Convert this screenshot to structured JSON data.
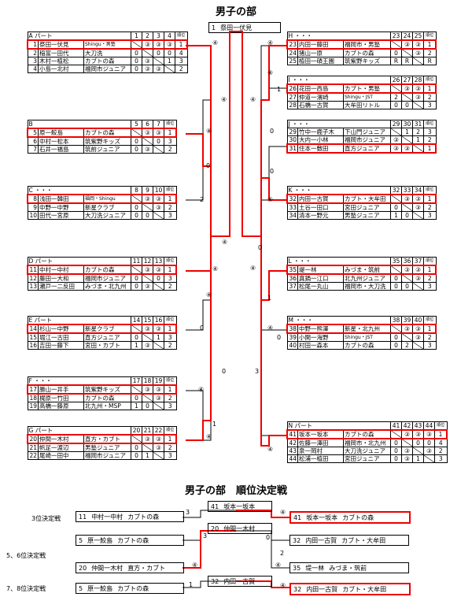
{
  "title": "男子の部",
  "final": {
    "seed": "1",
    "name": "祭田一伏見"
  },
  "groups": [
    {
      "id": "A",
      "label": "A パート",
      "cols": [
        "1",
        "2",
        "3",
        "4",
        "順位"
      ],
      "rows": [
        {
          "no": "1",
          "name": "祭田一伏見",
          "team": "Shingu・男塾",
          "scores": [
            "",
            "③",
            "③",
            "③"
          ],
          "rank": "1",
          "hl": true
        },
        {
          "no": "2",
          "name": "稲富一田代",
          "team": "大刀洗",
          "scores": [
            "0",
            "",
            "0",
            "0"
          ],
          "rank": "4"
        },
        {
          "no": "3",
          "name": "木村一植松",
          "team": "カブトの森",
          "scores": [
            "0",
            "③",
            "",
            "1"
          ],
          "rank": "3"
        },
        {
          "no": "4",
          "name": "小島一北村",
          "team": "福岡市ジュニア",
          "scores": [
            "0",
            "③",
            "③",
            ""
          ],
          "rank": "2"
        }
      ]
    },
    {
      "id": "B",
      "label": "B",
      "cols": [
        "5",
        "6",
        "7",
        "順位"
      ],
      "rows": [
        {
          "no": "5",
          "name": "原一鮫島",
          "team": "カブトの森",
          "scores": [
            "",
            "③",
            "③"
          ],
          "rank": "1",
          "hl": true
        },
        {
          "no": "6",
          "name": "中村一松本",
          "team": "筑紫野キッズ",
          "scores": [
            "0",
            "",
            "0"
          ],
          "rank": "3"
        },
        {
          "no": "7",
          "name": "石井一福島",
          "team": "筑前ジュニア",
          "scores": [
            "0",
            "③",
            ""
          ],
          "rank": "2"
        }
      ]
    },
    {
      "id": "C",
      "label": "C ・・・",
      "cols": [
        "8",
        "9",
        "10",
        "順位"
      ],
      "rows": [
        {
          "no": "8",
          "name": "浅田一韓田",
          "team": "福岡・Shingu",
          "scores": [
            "",
            "③",
            "③"
          ],
          "rank": "1",
          "hl": true
        },
        {
          "no": "9",
          "name": "中野一中野",
          "team": "新星クラブ",
          "scores": [
            "0",
            "",
            "③"
          ],
          "rank": "2"
        },
        {
          "no": "10",
          "name": "田代一宮原",
          "team": "大刀洗ジュニア",
          "scores": [
            "0",
            "0",
            ""
          ],
          "rank": "3"
        }
      ]
    },
    {
      "id": "D",
      "label": "D パート",
      "cols": [
        "11",
        "12",
        "13",
        "順位"
      ],
      "rows": [
        {
          "no": "11",
          "name": "中村一中村",
          "team": "カブトの森",
          "scores": [
            "",
            "③",
            "③"
          ],
          "rank": "1",
          "hl": true
        },
        {
          "no": "12",
          "name": "藤田一大和",
          "team": "福岡市ジュニア",
          "scores": [
            "0",
            "",
            "0"
          ],
          "rank": "3"
        },
        {
          "no": "13",
          "name": "瀬戸一二反田",
          "team": "みづま・北九州",
          "scores": [
            "0",
            "③",
            ""
          ],
          "rank": "2"
        }
      ]
    },
    {
      "id": "E",
      "label": "E パート",
      "cols": [
        "14",
        "15",
        "16",
        "順位"
      ],
      "rows": [
        {
          "no": "14",
          "name": "杉山一中野",
          "team": "新星クラブ",
          "scores": [
            "",
            "③",
            "③"
          ],
          "rank": "1",
          "hl": true
        },
        {
          "no": "15",
          "name": "堀江一古田",
          "team": "直方ジュニア",
          "scores": [
            "0",
            "",
            "1"
          ],
          "rank": "3"
        },
        {
          "no": "16",
          "name": "吉田一藤下",
          "team": "宮田・カブト",
          "scores": [
            "1",
            "③",
            ""
          ],
          "rank": "2"
        }
      ]
    },
    {
      "id": "F",
      "label": "F ・・・",
      "cols": [
        "17",
        "18",
        "19",
        "順位"
      ],
      "rows": [
        {
          "no": "17",
          "name": "勝山一井手",
          "team": "筑紫野キッズ",
          "scores": [
            "",
            "③",
            "③"
          ],
          "rank": "1",
          "hl": true
        },
        {
          "no": "18",
          "name": "梶原一竹田",
          "team": "カブトの森",
          "scores": [
            "0",
            "",
            "③"
          ],
          "rank": "2"
        },
        {
          "no": "19",
          "name": "高橋一藤原",
          "team": "北九州・MSP",
          "scores": [
            "1",
            "0",
            ""
          ],
          "rank": "3"
        }
      ]
    },
    {
      "id": "G",
      "label": "G パート",
      "cols": [
        "20",
        "21",
        "22",
        "順位"
      ],
      "rows": [
        {
          "no": "20",
          "name": "仲間一木村",
          "team": "直方・カブト",
          "scores": [
            "",
            "③",
            "③"
          ],
          "rank": "1",
          "hl": true
        },
        {
          "no": "21",
          "name": "帆足一渡辺",
          "team": "男塾ジュニア",
          "scores": [
            "0",
            "",
            "③"
          ],
          "rank": "2"
        },
        {
          "no": "22",
          "name": "尾崎一田中",
          "team": "福岡市ジュニア",
          "scores": [
            "0",
            "1",
            ""
          ],
          "rank": "3"
        }
      ]
    },
    {
      "id": "H",
      "label": "H ・・・",
      "cols": [
        "23",
        "24",
        "25",
        "順位"
      ],
      "rows": [
        {
          "no": "23",
          "name": "内田一藤田",
          "team": "福岡市・男塾",
          "scores": [
            "",
            "③",
            "③"
          ],
          "rank": "1",
          "hl": true
        },
        {
          "no": "24",
          "name": "猪山一原",
          "team": "カブトの森",
          "scores": [
            "0",
            "",
            "③"
          ],
          "rank": "2"
        },
        {
          "no": "25",
          "name": "植田一碩王園",
          "team": "筑紫野キッズ",
          "scores": [
            "R",
            "R",
            ""
          ],
          "rank": "R"
        }
      ]
    },
    {
      "id": "I",
      "label": "I ・・・",
      "cols": [
        "26",
        "27",
        "28",
        "順位"
      ],
      "rows": [
        {
          "no": "26",
          "name": "花田一西島",
          "team": "カブト・男塾",
          "scores": [
            "",
            "③",
            "③"
          ],
          "rank": "1",
          "hl": true
        },
        {
          "no": "27",
          "name": "仲道一濱崎",
          "team": "Shingu・JST",
          "scores": [
            "2",
            "",
            "③"
          ],
          "rank": "2"
        },
        {
          "no": "28",
          "name": "石橋一古賀",
          "team": "大牟田リトル",
          "scores": [
            "0",
            "0",
            ""
          ],
          "rank": "3"
        }
      ]
    },
    {
      "id": "J",
      "label": "J ・・・",
      "cols": [
        "29",
        "30",
        "31",
        "順位"
      ],
      "rows": [
        {
          "no": "29",
          "name": "竹中一鹿子木",
          "team": "下山門ジュニア",
          "scores": [
            "",
            "1",
            "2"
          ],
          "rank": "3"
        },
        {
          "no": "30",
          "name": "大内一小林",
          "team": "福岡市ジュニア",
          "scores": [
            "③",
            "",
            "1"
          ],
          "rank": "2"
        },
        {
          "no": "31",
          "name": "住本一敷田",
          "team": "直方ジュニア",
          "scores": [
            "③",
            "③",
            ""
          ],
          "rank": "1",
          "hl": true
        }
      ]
    },
    {
      "id": "K",
      "label": "K ・・・",
      "cols": [
        "32",
        "33",
        "34",
        "順位"
      ],
      "rows": [
        {
          "no": "32",
          "name": "内田一古賀",
          "team": "カブト・大牟田",
          "scores": [
            "",
            "③",
            "③"
          ],
          "rank": "1",
          "hl": true
        },
        {
          "no": "33",
          "name": "土谷一田口",
          "team": "宮田ジュニア",
          "scores": [
            "0",
            "",
            "③"
          ],
          "rank": "2"
        },
        {
          "no": "34",
          "name": "清本一野元",
          "team": "男塾ジュニア",
          "scores": [
            "1",
            "0",
            ""
          ],
          "rank": "3"
        }
      ]
    },
    {
      "id": "L",
      "label": "L ・・・",
      "cols": [
        "35",
        "36",
        "37",
        "順位"
      ],
      "rows": [
        {
          "no": "35",
          "name": "堤一林",
          "team": "みづま・筑前",
          "scores": [
            "",
            "③",
            "③"
          ],
          "rank": "1",
          "hl": true
        },
        {
          "no": "36",
          "name": "真鍋一江口",
          "team": "北九州ジュニア",
          "scores": [
            "0",
            "",
            "③"
          ],
          "rank": "2"
        },
        {
          "no": "37",
          "name": "松尾一丸山",
          "team": "福岡市・大刀洗",
          "scores": [
            "0",
            "0",
            ""
          ],
          "rank": "3"
        }
      ]
    },
    {
      "id": "M",
      "label": "M ・・・",
      "cols": [
        "38",
        "39",
        "40",
        "順位"
      ],
      "rows": [
        {
          "no": "38",
          "name": "中野一熊澤",
          "team": "新星・北九州",
          "scores": [
            "",
            "③",
            "③"
          ],
          "rank": "1",
          "hl": true
        },
        {
          "no": "39",
          "name": "小関一海野",
          "team": "Shingu・JST",
          "scores": [
            "0",
            "",
            "③"
          ],
          "rank": "2"
        },
        {
          "no": "40",
          "name": "村田一森本",
          "team": "カブトの森",
          "scores": [
            "0",
            "2",
            ""
          ],
          "rank": "3"
        }
      ]
    },
    {
      "id": "N",
      "label": "N パート",
      "cols": [
        "41",
        "42",
        "43",
        "44",
        "順位"
      ],
      "rows": [
        {
          "no": "41",
          "name": "坂本一坂本",
          "team": "カブトの森",
          "scores": [
            "",
            "③",
            "③",
            "③"
          ],
          "rank": "1",
          "hl": true
        },
        {
          "no": "42",
          "name": "佐藤一澤田",
          "team": "福岡市・北九州",
          "scores": [
            "0",
            "",
            "0",
            "0"
          ],
          "rank": "4"
        },
        {
          "no": "43",
          "name": "泉一岡村",
          "team": "大刀洗ジュニア",
          "scores": [
            "0",
            "③",
            "",
            "③"
          ],
          "rank": "2"
        },
        {
          "no": "44",
          "name": "松浦一植田",
          "team": "宮田ジュニア",
          "scores": [
            "0",
            "③",
            "1",
            ""
          ],
          "rank": "3"
        }
      ]
    }
  ],
  "scores": {
    "a": "④",
    "b": "④",
    "c": "④",
    "d": "0",
    "e": "2",
    "f": "④",
    "g": "④",
    "h": "④",
    "i": "0",
    "j": "0",
    "k": "④",
    "l": "1",
    "m": "④",
    "n": "0",
    "o": "④",
    "p": "④",
    "q": "1",
    "r": "④",
    "s": "0",
    "t": "3",
    "u": "④",
    "v": "④",
    "w": "1",
    "x": "④",
    "y": "0",
    "z": "④",
    "aa": "0",
    "ab": "④",
    "ac": "④",
    "ad": "0",
    "ae": "④",
    "af": "④",
    "ag": "1",
    "ah": "④",
    "ai": "④"
  },
  "placement": {
    "title": "男子の部　順位決定戦",
    "labels": {
      "p3": "3位決定戦",
      "p56": "5、6位決定戦",
      "p78": "7、8位決定戦"
    },
    "left": [
      {
        "no": "11",
        "name": "中村一中村",
        "team": "カブトの森"
      },
      {
        "no": "5",
        "name": "原一鮫島",
        "team": "カブトの森"
      },
      {
        "no": "20",
        "name": "仲間一木村",
        "team": "直方・カブト"
      },
      {
        "no": "5",
        "name": "原一鮫島",
        "team": "カブトの森"
      }
    ],
    "right": [
      {
        "no": "41",
        "name": "坂本一坂本",
        "team": "カブトの森"
      },
      {
        "no": "32",
        "name": "内田一古賀",
        "team": "カブト・大牟田"
      },
      {
        "no": "35",
        "name": "堤一林",
        "team": "みづま・筑前"
      },
      {
        "no": "32",
        "name": "内田一古賀",
        "team": "カブト・大牟田"
      }
    ],
    "winners": [
      {
        "no": "41",
        "name": "坂本一坂本"
      },
      {
        "no": "20",
        "name": "仲間一木村"
      },
      {
        "no": "32",
        "name": "内田一古賀"
      }
    ],
    "scores": {
      "s1": "3",
      "s2": "④",
      "s3": "3",
      "s4": "0",
      "s5": "④",
      "s6": "2",
      "s7": "④",
      "s8": "1",
      "s9": "④"
    }
  }
}
